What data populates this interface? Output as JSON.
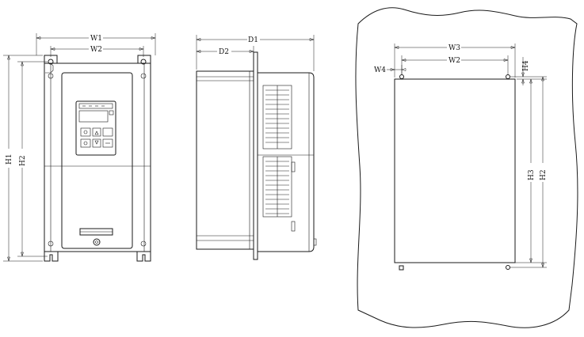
{
  "diagram": {
    "front_view": {
      "width_overall": "W1",
      "width_mount": "W2",
      "height_overall": "H1",
      "height_mount": "H2"
    },
    "side_view": {
      "depth_overall": "D1",
      "depth_partial": "D2"
    },
    "mounting_view": {
      "width_cutout": "W3",
      "width_mount": "W2",
      "offset_w": "W4",
      "offset_h": "H4",
      "height_cutout": "H3",
      "height_mount": "H2"
    }
  },
  "colors": {
    "line": "#1a1a1a",
    "background": "#ffffff"
  }
}
